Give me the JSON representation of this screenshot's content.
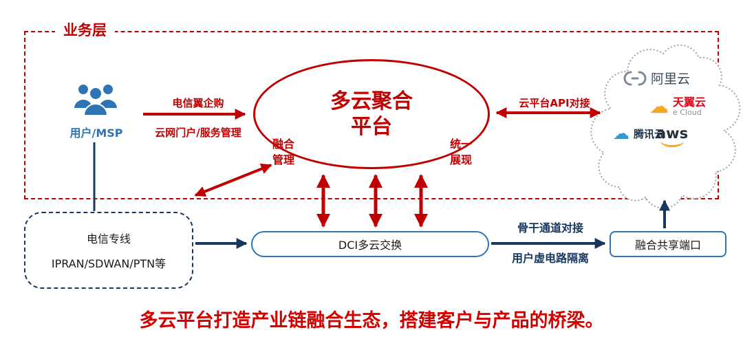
{
  "business_layer": {
    "label": "业务层"
  },
  "user": {
    "label": "用户/MSP"
  },
  "left_flow": {
    "top_label": "电信翼企购",
    "bottom_label": "云网门户/服务管理"
  },
  "platform": {
    "title_line1": "多云聚合",
    "title_line2": "平台",
    "left_note_line1": "融合",
    "left_note_line2": "管理",
    "right_note_line1": "统一",
    "right_note_line2": "展现"
  },
  "api_link": {
    "label": "云平台API对接"
  },
  "cloud_providers": {
    "aliyun": "阿里云",
    "ecloud_name": "天翼云",
    "ecloud_sub": "e Cloud",
    "tencent": "腾讯云",
    "aws": "aws"
  },
  "dedicated_line_box": {
    "line1": "电信专线",
    "line2": "IPRAN/SDWAN/PTN等"
  },
  "dci_box": {
    "label": "DCI多云交换"
  },
  "shared_port_box": {
    "label": "融合共享端口"
  },
  "right_flow": {
    "top_label": "骨干通道对接",
    "bottom_label": "用户虚电路隔离"
  },
  "footer": {
    "text": "多云平台打造产业链融合生态，搭建客户与产品的桥梁。"
  },
  "colors": {
    "diagram_red": "#C00000",
    "arrow_navy": "#17375E",
    "box_blue": "#2E74B5",
    "user_blue": "#2E74B5",
    "footer_red": "#D30000",
    "ecloud_orange": "#F5A623",
    "tencent_blue": "#2E9BD6",
    "cloud_outline_gray": "#9aa3ad"
  }
}
